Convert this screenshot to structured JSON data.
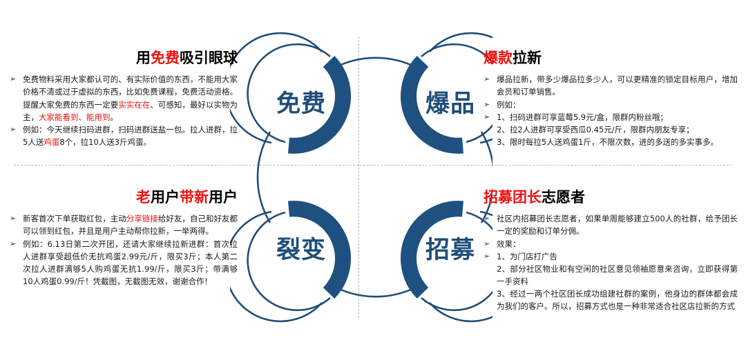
{
  "accent": {
    "navy": "#1f4e79",
    "red": "#ee1111",
    "guide": "#aebdd2"
  },
  "diagram": {
    "nodes": [
      {
        "id": "free",
        "label": "免费",
        "position": "top-left"
      },
      {
        "id": "hot-item",
        "label": "爆品",
        "position": "top-right"
      },
      {
        "id": "fission",
        "label": "裂变",
        "position": "bottom-left"
      },
      {
        "id": "recruit",
        "label": "招募",
        "position": "bottom-right"
      }
    ]
  },
  "panels": {
    "top_left": {
      "title_parts": [
        {
          "text": "用",
          "red": false
        },
        {
          "text": "免费",
          "red": true
        },
        {
          "text": "吸引眼球",
          "red": false
        }
      ],
      "bullets": [
        {
          "marker": true,
          "parts": [
            {
              "text": "免费物料采用大家都认可的、有实际价值的东西，不能用大家价格不清或过于虚拟的东西，比如免费课程，免费活动资格。提醒大家免费的东西一定要",
              "red": false
            },
            {
              "text": "实实在在",
              "red": true
            },
            {
              "text": "、可感知，最好以实物为主，",
              "red": false
            },
            {
              "text": "大家能看到、能用到",
              "red": true
            },
            {
              "text": "。",
              "red": false
            }
          ]
        },
        {
          "marker": true,
          "parts": [
            {
              "text": "例如：今天继续扫码进群，扫码进群送盐一包。拉人进群，拉5人送",
              "red": false
            },
            {
              "text": "鸡蛋",
              "red": true
            },
            {
              "text": "8个，拉10人送3斤鸡蛋。",
              "red": false
            }
          ]
        }
      ]
    },
    "top_right": {
      "title_parts": [
        {
          "text": "爆款",
          "red": true
        },
        {
          "text": "拉新",
          "red": false
        }
      ],
      "bullets": [
        {
          "marker": true,
          "parts": [
            {
              "text": "爆品拉新，带多少爆品拉多少人，可以更精准的锁定目标用户，增加会员和订单销售。",
              "red": false
            }
          ]
        },
        {
          "marker": true,
          "parts": [
            {
              "text": "例如：",
              "red": false
            }
          ]
        },
        {
          "marker": true,
          "parts": [
            {
              "text": "1、扫码进群可享蓝莓5.9元/盒，限群内粉丝哦；",
              "red": false
            }
          ]
        },
        {
          "marker": false,
          "parts": [
            {
              "text": "2、拉2人进群可享受西瓜0.45元/斤，限群内朋友专享；",
              "red": false
            }
          ]
        },
        {
          "marker": false,
          "parts": [
            {
              "text": " 3、限时每拉5人送鸡蛋1斤，不限次数，进的多送的多实事多。",
              "red": false
            }
          ]
        }
      ]
    },
    "bottom_left": {
      "title_parts": [
        {
          "text": "老",
          "red": true
        },
        {
          "text": "用户",
          "red": false
        },
        {
          "text": "带新",
          "red": true
        },
        {
          "text": "用户",
          "red": false
        }
      ],
      "bullets": [
        {
          "marker": true,
          "parts": [
            {
              "text": "新客首次下单获取红包，主动",
              "red": false
            },
            {
              "text": "分享链接",
              "red": true
            },
            {
              "text": "给好友，自己和好友都可以领到红包，并且是用户主动帮你拉新，一举两得。",
              "red": false
            }
          ]
        },
        {
          "marker": true,
          "parts": [
            {
              "text": "例如：6.13日第二次开团，还请大家继续拉新进群：首次拉人进群享受超低价无抗鸡蛋2.99元/斤，限买3斤；本人第二次拉人进群满够5人购鸡蛋无抗1.99/斤，限买3斤；带满够10人鸡蛋0.99/斤！凭截图，无截图无效，谢谢合作！",
              "red": false
            }
          ]
        }
      ]
    },
    "bottom_right": {
      "title_parts": [
        {
          "text": "招募团长",
          "red": true
        },
        {
          "text": "志愿者",
          "red": false
        }
      ],
      "bullets": [
        {
          "marker": true,
          "parts": [
            {
              "text": "社区内招募团长志愿者，如果单周能够建立500人的社群，给予团长一定的奖励和订单分佣。",
              "red": false
            }
          ]
        },
        {
          "marker": true,
          "parts": [
            {
              "text": "效果：",
              "red": false
            }
          ]
        },
        {
          "marker": true,
          "parts": [
            {
              "text": "1、为门店打广告",
              "red": false
            }
          ]
        },
        {
          "marker": false,
          "parts": [
            {
              "text": "2、部分社区物业和有空闲的社区意见领袖愿意来咨询，立即获得第一手资料",
              "red": false
            }
          ]
        },
        {
          "marker": false,
          "parts": [
            {
              "text": "3、经过一两个社区团长成功组建社群的案例，他身边的群体都会成为我们的客户。所以，招募方式也是一种非常适合社区店拉新的方式",
              "red": false
            }
          ]
        }
      ]
    }
  }
}
